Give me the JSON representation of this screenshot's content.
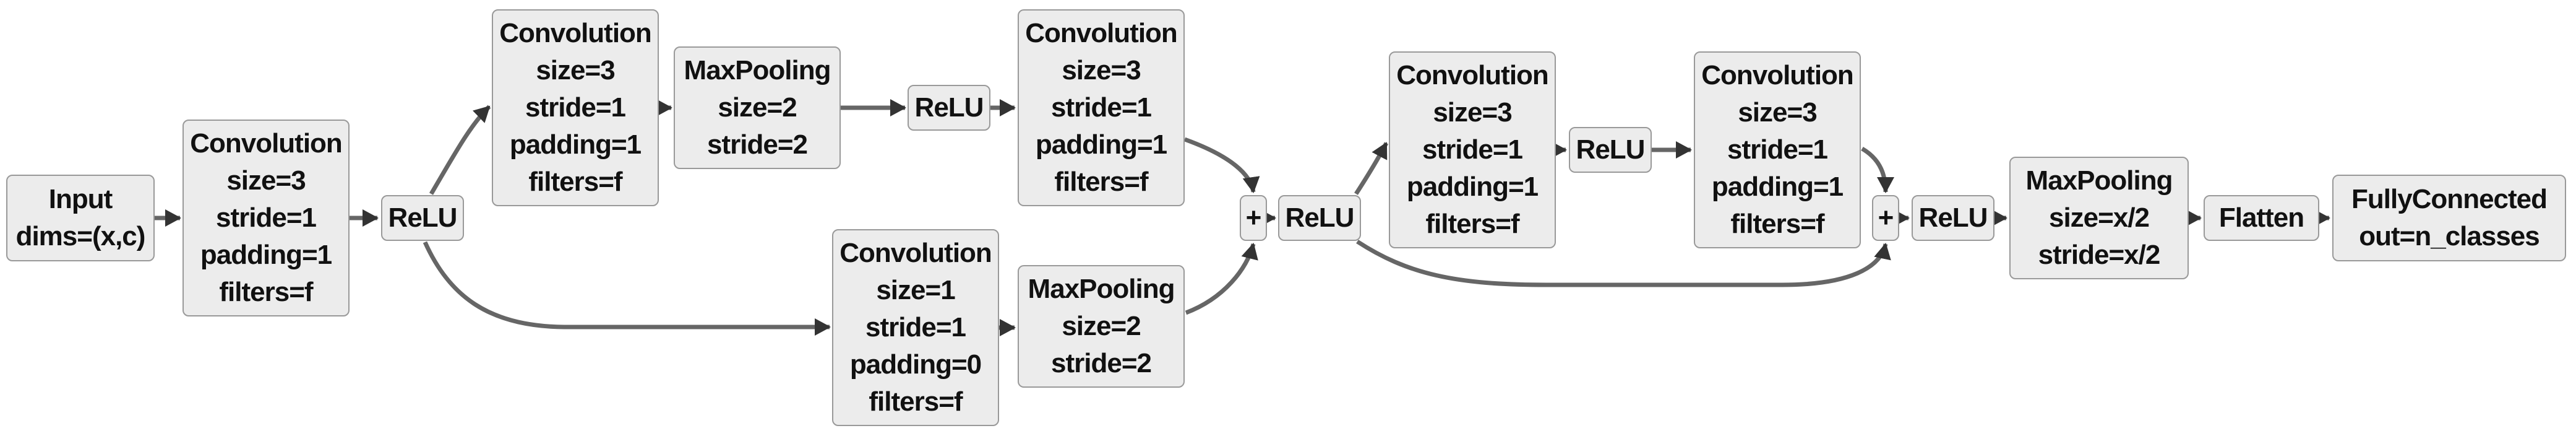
{
  "diagram": {
    "type": "flowchart",
    "direction": "left-to-right",
    "background": "#ffffff",
    "node_fill": "#ececec",
    "node_border_color": "#999999",
    "edge_color": "#666666",
    "arrowhead_color": "#333333",
    "text_color": "#111111",
    "nodes": [
      {
        "id": "input",
        "label_lines": [
          "Input",
          "dims=(x,c)"
        ]
      },
      {
        "id": "conv1",
        "label_lines": [
          "Convolution",
          "size=3",
          "stride=1",
          "padding=1",
          "filters=f"
        ]
      },
      {
        "id": "relu1",
        "label_lines": [
          "ReLU"
        ]
      },
      {
        "id": "conv2",
        "label_lines": [
          "Convolution",
          "size=3",
          "stride=1",
          "padding=1",
          "filters=f"
        ]
      },
      {
        "id": "maxpool1",
        "label_lines": [
          "MaxPooling",
          "size=2",
          "stride=2"
        ]
      },
      {
        "id": "relu2",
        "label_lines": [
          "ReLU"
        ]
      },
      {
        "id": "conv3",
        "label_lines": [
          "Convolution",
          "size=3",
          "stride=1",
          "padding=1",
          "filters=f"
        ]
      },
      {
        "id": "conv4",
        "label_lines": [
          "Convolution",
          "size=1",
          "stride=1",
          "padding=0",
          "filters=f"
        ]
      },
      {
        "id": "maxpool2",
        "label_lines": [
          "MaxPooling",
          "size=2",
          "stride=2"
        ]
      },
      {
        "id": "plus1",
        "label_lines": [
          "+"
        ]
      },
      {
        "id": "relu3",
        "label_lines": [
          "ReLU"
        ]
      },
      {
        "id": "conv5",
        "label_lines": [
          "Convolution",
          "size=3",
          "stride=1",
          "padding=1",
          "filters=f"
        ]
      },
      {
        "id": "relu4",
        "label_lines": [
          "ReLU"
        ]
      },
      {
        "id": "conv6",
        "label_lines": [
          "Convolution",
          "size=3",
          "stride=1",
          "padding=1",
          "filters=f"
        ]
      },
      {
        "id": "plus2",
        "label_lines": [
          "+"
        ]
      },
      {
        "id": "relu5",
        "label_lines": [
          "ReLU"
        ]
      },
      {
        "id": "maxpool3",
        "label_lines": [
          "MaxPooling",
          "size=x/2",
          "stride=x/2"
        ]
      },
      {
        "id": "flatten",
        "label_lines": [
          "Flatten"
        ]
      },
      {
        "id": "fc",
        "label_lines": [
          "FullyConnected",
          "out=n_classes"
        ]
      }
    ],
    "edges": [
      {
        "from": "input",
        "to": "conv1"
      },
      {
        "from": "conv1",
        "to": "relu1"
      },
      {
        "from": "relu1",
        "to": "conv2"
      },
      {
        "from": "relu1",
        "to": "conv4"
      },
      {
        "from": "conv2",
        "to": "maxpool1"
      },
      {
        "from": "maxpool1",
        "to": "relu2"
      },
      {
        "from": "relu2",
        "to": "conv3"
      },
      {
        "from": "conv3",
        "to": "plus1"
      },
      {
        "from": "conv4",
        "to": "maxpool2"
      },
      {
        "from": "maxpool2",
        "to": "plus1"
      },
      {
        "from": "plus1",
        "to": "relu3"
      },
      {
        "from": "relu3",
        "to": "conv5"
      },
      {
        "from": "relu3",
        "to": "plus2"
      },
      {
        "from": "conv5",
        "to": "relu4"
      },
      {
        "from": "relu4",
        "to": "conv6"
      },
      {
        "from": "conv6",
        "to": "plus2"
      },
      {
        "from": "plus2",
        "to": "relu5"
      },
      {
        "from": "relu5",
        "to": "maxpool3"
      },
      {
        "from": "maxpool3",
        "to": "flatten"
      },
      {
        "from": "flatten",
        "to": "fc"
      }
    ]
  }
}
